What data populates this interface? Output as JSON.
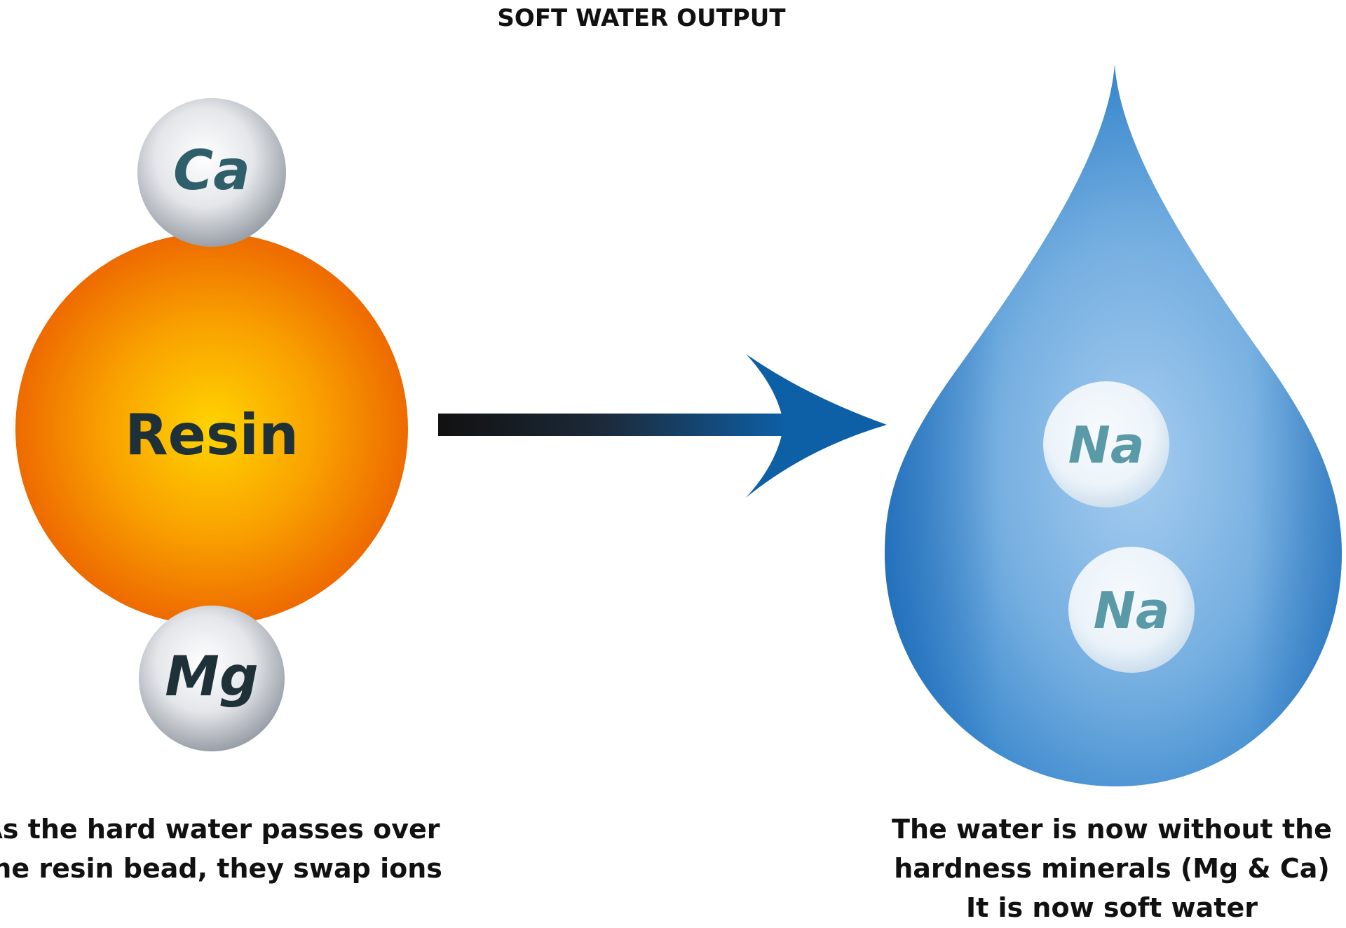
{
  "title": "SOFT WATER OUTPUT",
  "resin_bead": {
    "label": "Resin",
    "color_center": "#ffd000",
    "color_edge": "#ef6a00",
    "ions": [
      {
        "symbol": "Ca"
      },
      {
        "symbol": "Mg"
      }
    ]
  },
  "water_drop": {
    "color_light": "#8fbfe8",
    "color_dark": "#1a63b0",
    "ions": [
      {
        "symbol": "Na"
      },
      {
        "symbol": "Na"
      }
    ]
  },
  "ion_text_colors": {
    "resin_side": "#2f5f6a",
    "drop_side": "#5a9aa6"
  },
  "captions": {
    "left": [
      "As the hard water passes over",
      "the resin bead, they swap ions"
    ],
    "right": [
      "The water is now without the",
      "hardness minerals (Mg & Ca)",
      "It is now soft water"
    ]
  }
}
